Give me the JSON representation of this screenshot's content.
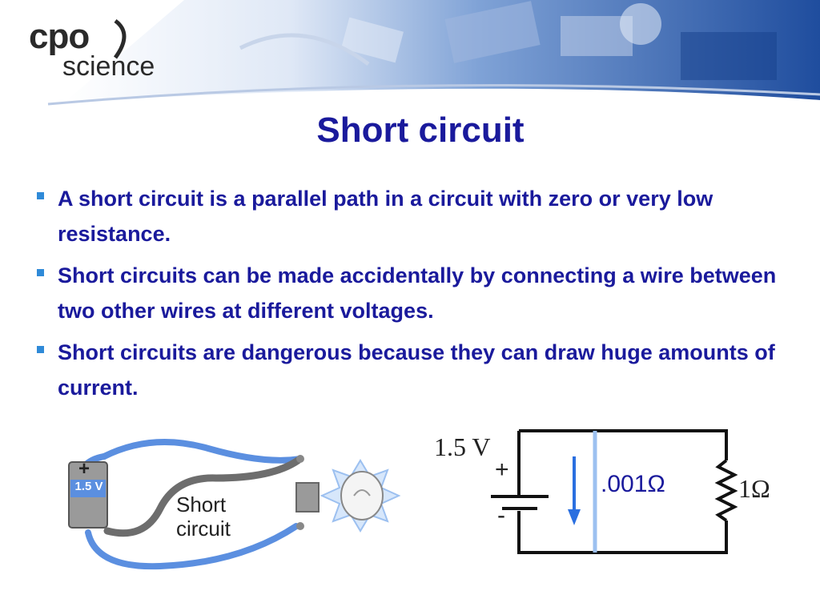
{
  "logo": {
    "line1": "cpo",
    "line2": "science"
  },
  "slide": {
    "title": "Short circuit",
    "bullets": [
      "A short circuit is a parallel path in a circuit with zero or very low resistance.",
      "Short circuits can be made accidentally by connecting a wire between two other wires at different voltages.",
      "Short circuits are dangerous because they can draw huge amounts of current."
    ]
  },
  "figure_left": {
    "battery_plus": "+",
    "battery_label": "1.5 V",
    "short_label_1": "Short",
    "short_label_2": "circuit"
  },
  "figure_right": {
    "voltage": "1.5 V",
    "plus": "+",
    "minus": "-",
    "short_resistance": ".001Ω",
    "resistance": "1Ω"
  },
  "colors": {
    "title": "#1a1a9c",
    "bullet_marker": "#2f8ad8",
    "wire_blue": "#5b8fe0",
    "current_arrow": "#2a6fe0"
  }
}
